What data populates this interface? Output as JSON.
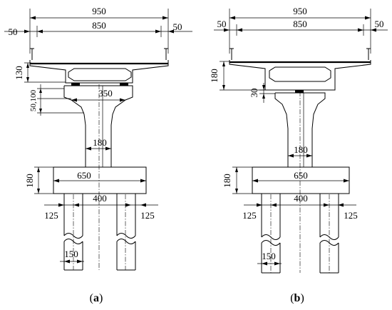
{
  "figures": [
    {
      "id": "a",
      "caption": "a",
      "dims": {
        "deck_total": "950",
        "deck_core": "850",
        "overhang_left": "50",
        "overhang_right": "50",
        "girder_depth": "130",
        "bearing_stack": "50,100",
        "cap_width": "350",
        "column_width": "180",
        "footing_depth": "180",
        "footing_width": "650",
        "pile_spacing": "400",
        "pile_edge_left": "125",
        "pile_edge_right": "125",
        "pile_diameter": "150"
      }
    },
    {
      "id": "b",
      "caption": "b",
      "dims": {
        "deck_total": "950",
        "deck_core": "850",
        "overhang_left": "50",
        "overhang_right": "50",
        "girder_depth": "180",
        "bearing_gap": "30",
        "column_width": "180",
        "footing_depth": "180",
        "footing_width": "650",
        "pile_spacing": "400",
        "pile_edge_left": "125",
        "pile_edge_right": "125",
        "pile_diameter": "150"
      }
    }
  ]
}
